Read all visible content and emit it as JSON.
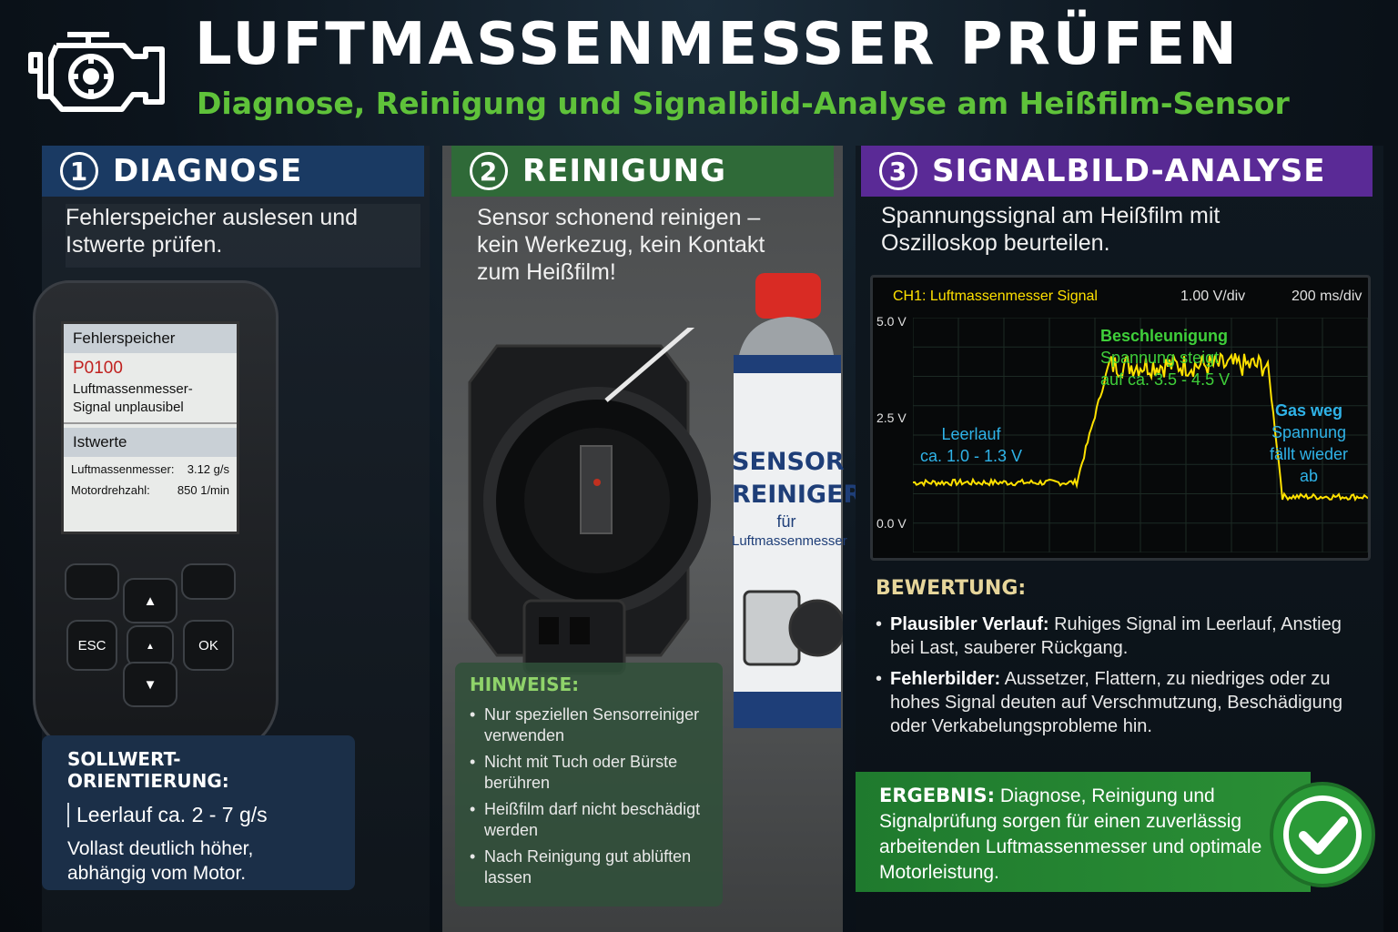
{
  "header": {
    "title": "LUFTMASSENMESSER PRÜFEN",
    "subtitle": "Diagnose, Reinigung und Signalbild-Analyse am Heißfilm-Sensor",
    "icon": "engine-check-icon"
  },
  "panel1": {
    "number": "1",
    "title": "DIAGNOSE",
    "intro": "Fehlerspeicher auslesen und Istwerte prüfen.",
    "screen": {
      "header": "Fehlerspeicher",
      "code": "P0100",
      "message": "Luftmassenmesser-Signal unplausibel",
      "values_header": "Istwerte",
      "rows": [
        {
          "label": "Luftmassenmesser:",
          "value": "3.12 g/s"
        },
        {
          "label": "Motordrehzahl:",
          "value": "850 1/min"
        }
      ]
    },
    "buttons": {
      "esc": "ESC",
      "ok": "OK",
      "up": "▲",
      "down": "▼",
      "home": "▲"
    },
    "sollwert": {
      "title": "SOLLWERT-ORIENTIERUNG:",
      "line1": "Leerlauf ca. 2 - 7 g/s",
      "line2": "Vollast deutlich höher, abhängig vom Motor."
    }
  },
  "panel2": {
    "number": "2",
    "title": "REINIGUNG",
    "intro": "Sensor schonend reinigen – kein Werkezug, kein Kontakt zum Heißfilm!",
    "can": {
      "line1": "SENSOR",
      "line2": "REINIGER",
      "line3": "für",
      "line4": "Luftmassenmesser"
    },
    "hinweise": {
      "title": "HINWEISE:",
      "items": [
        "Nur speziellen Sensorreiniger verwenden",
        "Nicht mit Tuch oder Bürste berühren",
        "Heißfilm darf nicht beschädigt werden",
        "Nach Reinigung gut ablüften lassen"
      ]
    }
  },
  "panel3": {
    "number": "3",
    "title": "SIGNALBILD-ANALYSE",
    "intro": "Spannungssignal am Heißfilm mit Oszilloskop beurteilen.",
    "scope": {
      "channel": "CH1: Luftmassenmesser Signal",
      "vdiv": "1.00 V/div",
      "tdiv": "200 ms/div",
      "y_labels": [
        "5.0 V",
        "2.5 V",
        "0.0 V"
      ],
      "annotations": {
        "leerlauf_title": "Leerlauf",
        "leerlauf_value": "ca. 1.0 - 1.3 V",
        "beschl_title": "Beschleunigung",
        "beschl_l1": "Spannung steigt",
        "beschl_l2": "auf ca. 3.5 - 4.5 V",
        "gas_title": "Gas weg",
        "gas_l1": "Spannung",
        "gas_l2": "fällt wieder",
        "gas_l3": "ab"
      },
      "colors": {
        "trace": "#ffe100",
        "leerlauf": "#2fb3e8",
        "beschl": "#3fcf3a",
        "gas": "#2fb3e8"
      }
    },
    "bewertung": {
      "title": "BEWERTUNG:",
      "items": [
        {
          "label": "Plausibler Verlauf:",
          "text": " Ruhiges Signal im Leerlauf, Anstieg bei Last, sauberer Rückgang."
        },
        {
          "label": "Fehlerbilder:",
          "text": " Aussetzer, Flattern, zu niedriges oder zu hohes Signal deuten auf Verschmutzung, Beschädigung oder Verkabelungsprobleme hin."
        }
      ]
    },
    "ergebnis": {
      "label": "ERGEBNIS:",
      "text": " Diagnose, Reinigung und Signalprüfung sorgen für einen zuverlässig arbeitenden Luftmassenmesser und optimale Motorleistung."
    }
  }
}
